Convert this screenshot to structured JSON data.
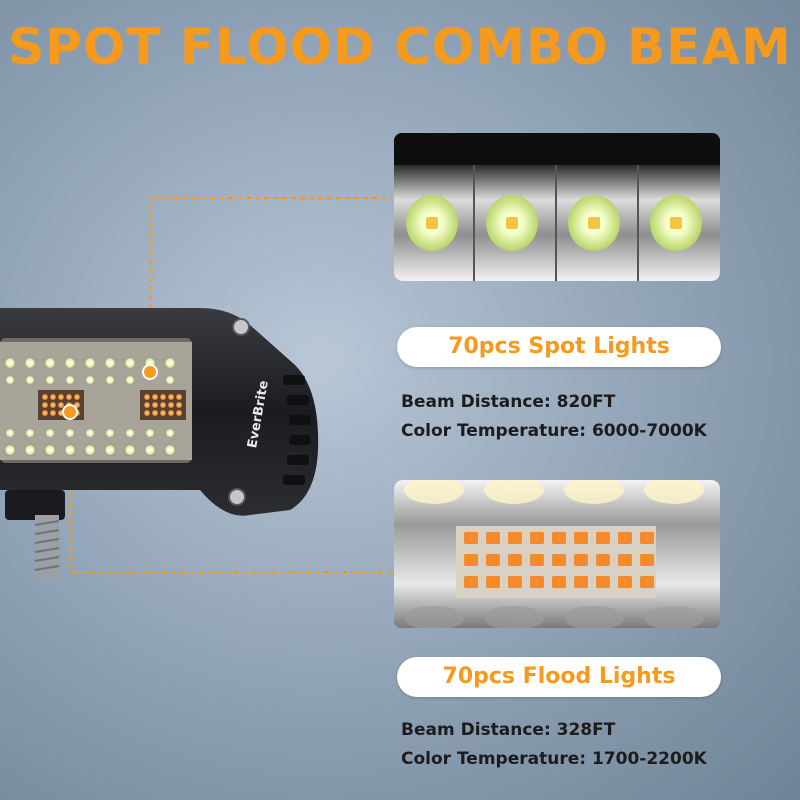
{
  "title": "SPOT FLOOD COMBO BEAM",
  "brand": "EverBrite",
  "spot": {
    "label": "70pcs Spot Lights",
    "beam_distance": "Beam Distance: 820FT",
    "color_temperature": "Color Temperature: 6000-7000K"
  },
  "flood": {
    "label": "70pcs Flood Lights",
    "beam_distance": "Beam Distance: 328FT",
    "color_temperature": "Color Temperature: 1700-2200K"
  },
  "colors": {
    "accent": "#f59a1c",
    "spot_led": "#e9f7a8",
    "flood_led": "#f59a3c",
    "housing": "#1e1f22"
  }
}
